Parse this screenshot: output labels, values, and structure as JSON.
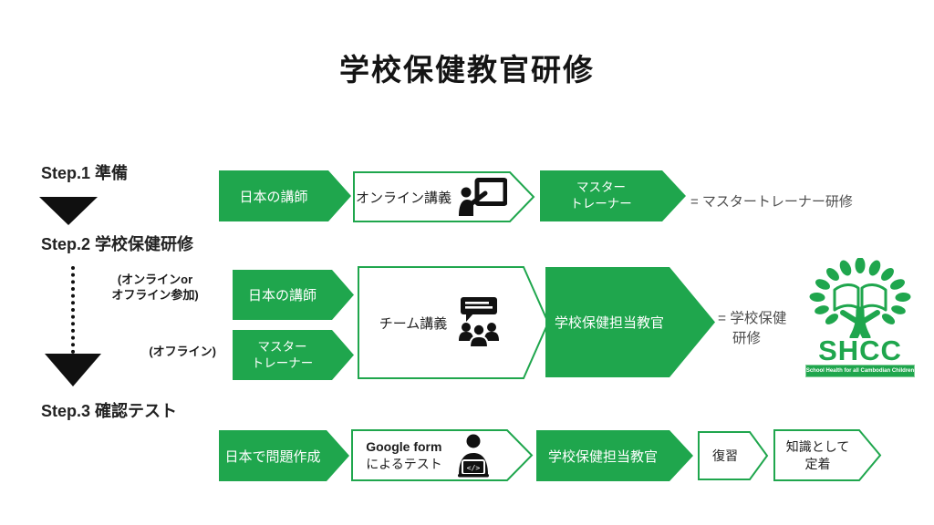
{
  "title": "学校保健教官研修",
  "colors": {
    "green": "#1FA64D",
    "black": "#111111",
    "text_gray": "#4d4d4d"
  },
  "steps": {
    "step1": {
      "label": "Step.1 準備"
    },
    "step2": {
      "label": "Step.2 学校保健研修"
    },
    "step3": {
      "label": "Step.3 確認テスト"
    }
  },
  "row1": {
    "japan_instructor": "日本の講師",
    "online_lecture": "オンライン講義",
    "master_trainer_line1": "マスター",
    "master_trainer_line2": "トレーナー",
    "result": "= マスタートレーナー研修"
  },
  "row2": {
    "note_online_line1": "(オンラインor",
    "note_online_line2": "オフライン参加)",
    "note_offline": "(オフライン)",
    "japan_instructor": "日本の講師",
    "master_trainer_line1": "マスター",
    "master_trainer_line2": "トレーナー",
    "team_lecture": "チーム講義",
    "school_health_officer": "学校保健担当教官",
    "result_line1": "= 学校保健",
    "result_line2": "研修"
  },
  "row3": {
    "question_creation": "日本で問題作成",
    "google_form_line1": "Google form",
    "google_form_line2": "によるテスト",
    "school_health_officer": "学校保健担当教官",
    "review": "復習",
    "retention_line1": "知識として",
    "retention_line2": "定着"
  },
  "logo": {
    "acronym": "SHCC",
    "tagline": "School Health for all Cambodian Children"
  },
  "icons": {
    "row1": "presenter-board-icon",
    "row2": "team-lecture-icon",
    "row3": "person-laptop-icon"
  }
}
